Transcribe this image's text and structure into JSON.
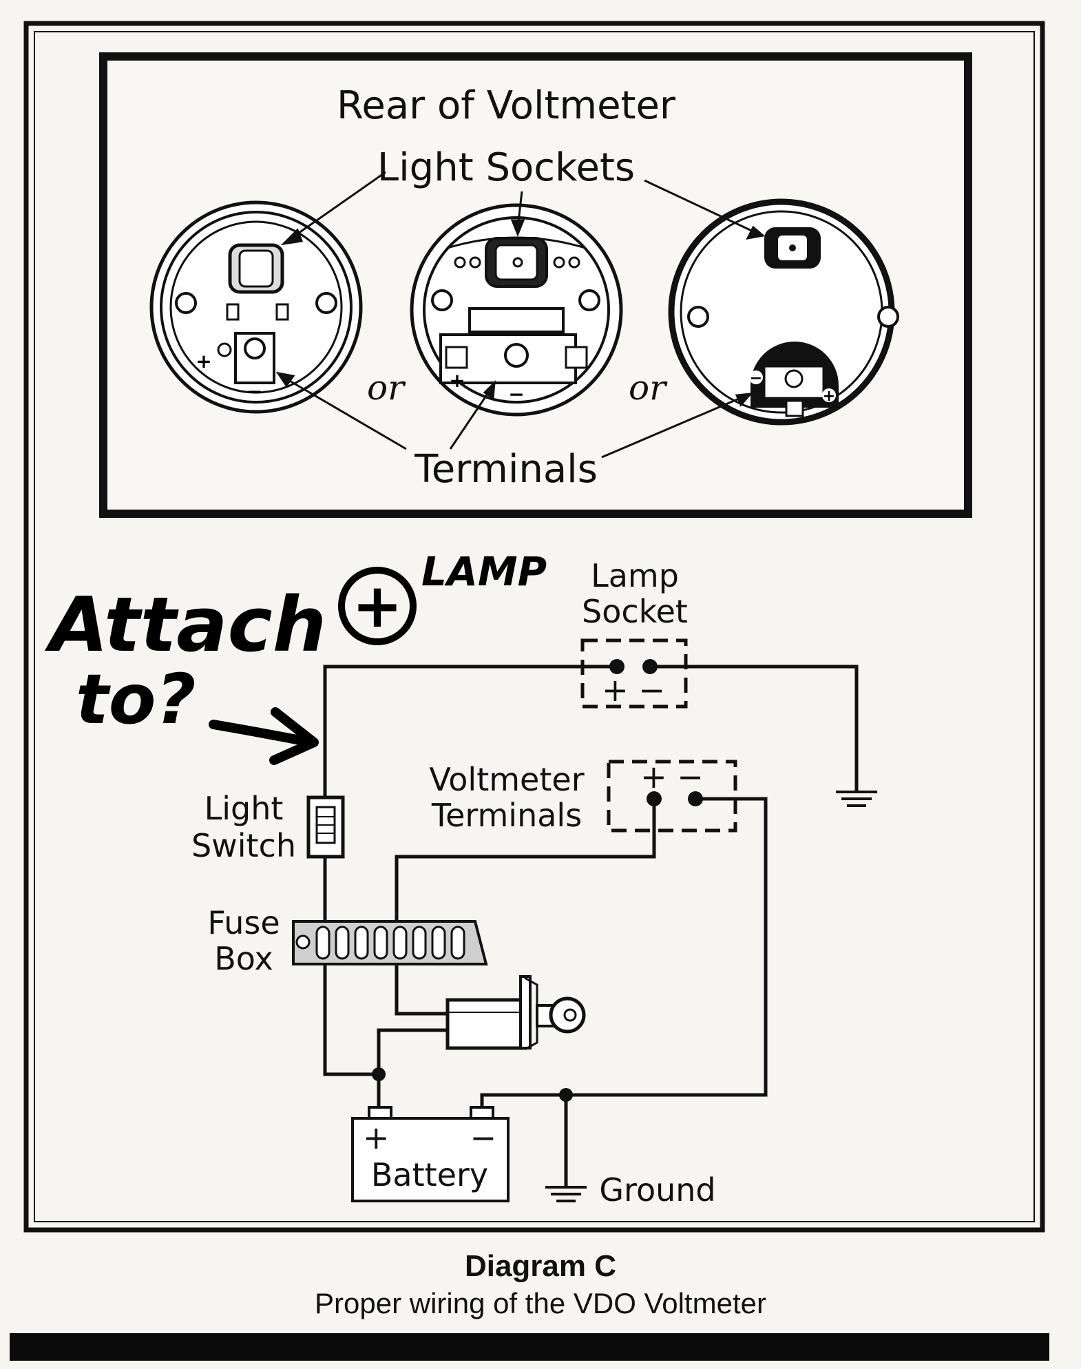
{
  "top_panel": {
    "title": "Rear of Voltmeter",
    "light_sockets_label": "Light Sockets",
    "terminals_label": "Terminals",
    "or_1": "or",
    "or_2": "or",
    "plus": "+",
    "minus": "−"
  },
  "annotation": {
    "line_1": "Attach",
    "circle_plus": "+",
    "lamp": "LAMP",
    "line_2": "to?"
  },
  "wiring": {
    "lamp_socket_line_1": "Lamp",
    "lamp_socket_line_2": "Socket",
    "lamp_socket_polarity": "+ −",
    "voltmeter_terminals_line_1": "Voltmeter",
    "voltmeter_terminals_line_2": "Terminals",
    "voltmeter_polarity": "+  −",
    "light_switch_line_1": "Light",
    "light_switch_line_2": "Switch",
    "fuse_box_line_1": "Fuse",
    "fuse_box_line_2": "Box",
    "battery_label": "Battery",
    "battery_polarity": "+        −",
    "ground_label": "Ground"
  },
  "caption": {
    "title": "Diagram C",
    "subtitle": "Proper wiring of the VDO Voltmeter"
  }
}
